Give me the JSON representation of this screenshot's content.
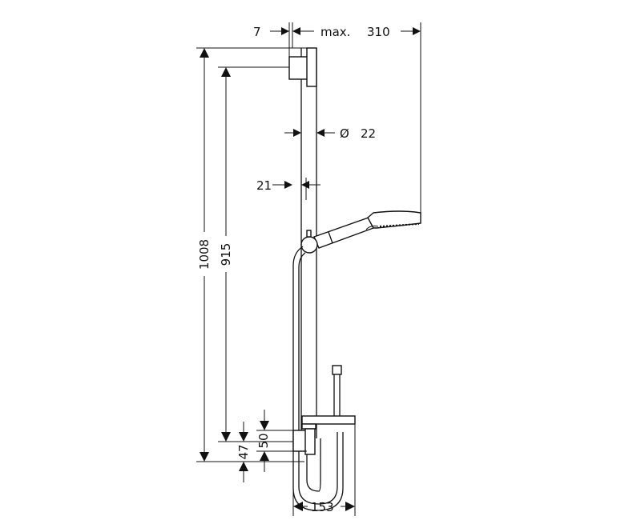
{
  "drawing": {
    "title": "Shower rail set technical dimension drawing",
    "units": "mm",
    "colors": {
      "line": "#111111",
      "background": "#ffffff"
    },
    "dimensions": {
      "top_offset": {
        "value": "7",
        "label": "7"
      },
      "max_label": "max.",
      "max_reach": {
        "value": "310",
        "label": "310"
      },
      "rail_diameter": {
        "symbol": "Ø",
        "value": "22",
        "label": "22"
      },
      "rail_offset": {
        "value": "21",
        "label": "21"
      },
      "total_height": {
        "value": "1008",
        "label": "1008"
      },
      "bracket_span": {
        "value": "915",
        "label": "915"
      },
      "lower_bracket_height": {
        "value": "50",
        "label": "50"
      },
      "lower_offset": {
        "value": "47",
        "label": "47"
      },
      "hose_loop_width": {
        "value": "153",
        "label": "153"
      }
    },
    "components": [
      "upper-wall-bracket",
      "slide-rail",
      "slider-holder",
      "hand-shower",
      "lower-wall-bracket",
      "soap-dish",
      "shower-hose",
      "hose-connector"
    ]
  }
}
